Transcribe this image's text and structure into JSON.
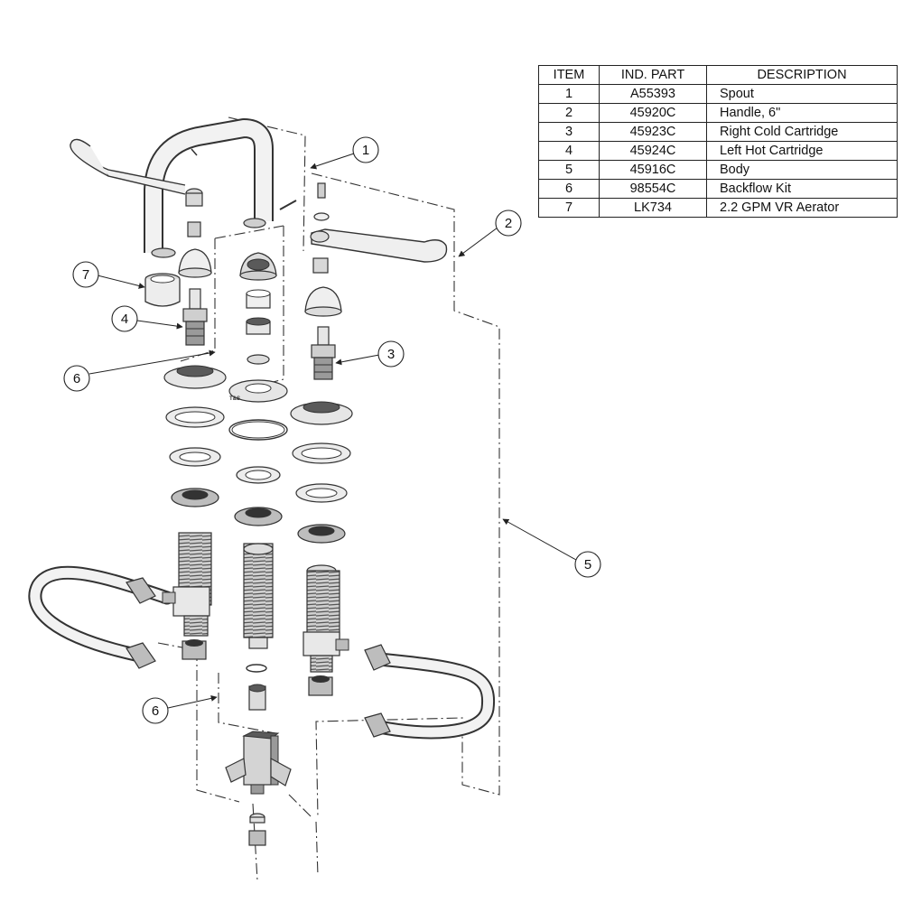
{
  "parts_table": {
    "headers": [
      "ITEM",
      "IND. PART",
      "DESCRIPTION"
    ],
    "rows": [
      {
        "item": "1",
        "part": "A55393",
        "description": "Spout"
      },
      {
        "item": "2",
        "part": "45920C",
        "description": "Handle, 6\""
      },
      {
        "item": "3",
        "part": "45923C",
        "description": "Right Cold Cartridge"
      },
      {
        "item": "4",
        "part": "45924C",
        "description": "Left Hot Cartridge"
      },
      {
        "item": "5",
        "part": "45916C",
        "description": "Body"
      },
      {
        "item": "6",
        "part": "98554C",
        "description": "Backflow Kit"
      },
      {
        "item": "7",
        "part": "LK734",
        "description": "2.2 GPM VR Aerator"
      }
    ]
  },
  "callouts": [
    {
      "label": "1"
    },
    {
      "label": "2"
    },
    {
      "label": "3"
    },
    {
      "label": "4"
    },
    {
      "label": "5"
    },
    {
      "label": "6"
    },
    {
      "label": "6"
    },
    {
      "label": "7"
    }
  ],
  "escutcheon_stamp": "T&S",
  "colors": {
    "line": "#333333",
    "fill_light": "#e9e9e9",
    "fill_mid": "#bdbdbd",
    "fill_dark": "#5a5a5a"
  }
}
